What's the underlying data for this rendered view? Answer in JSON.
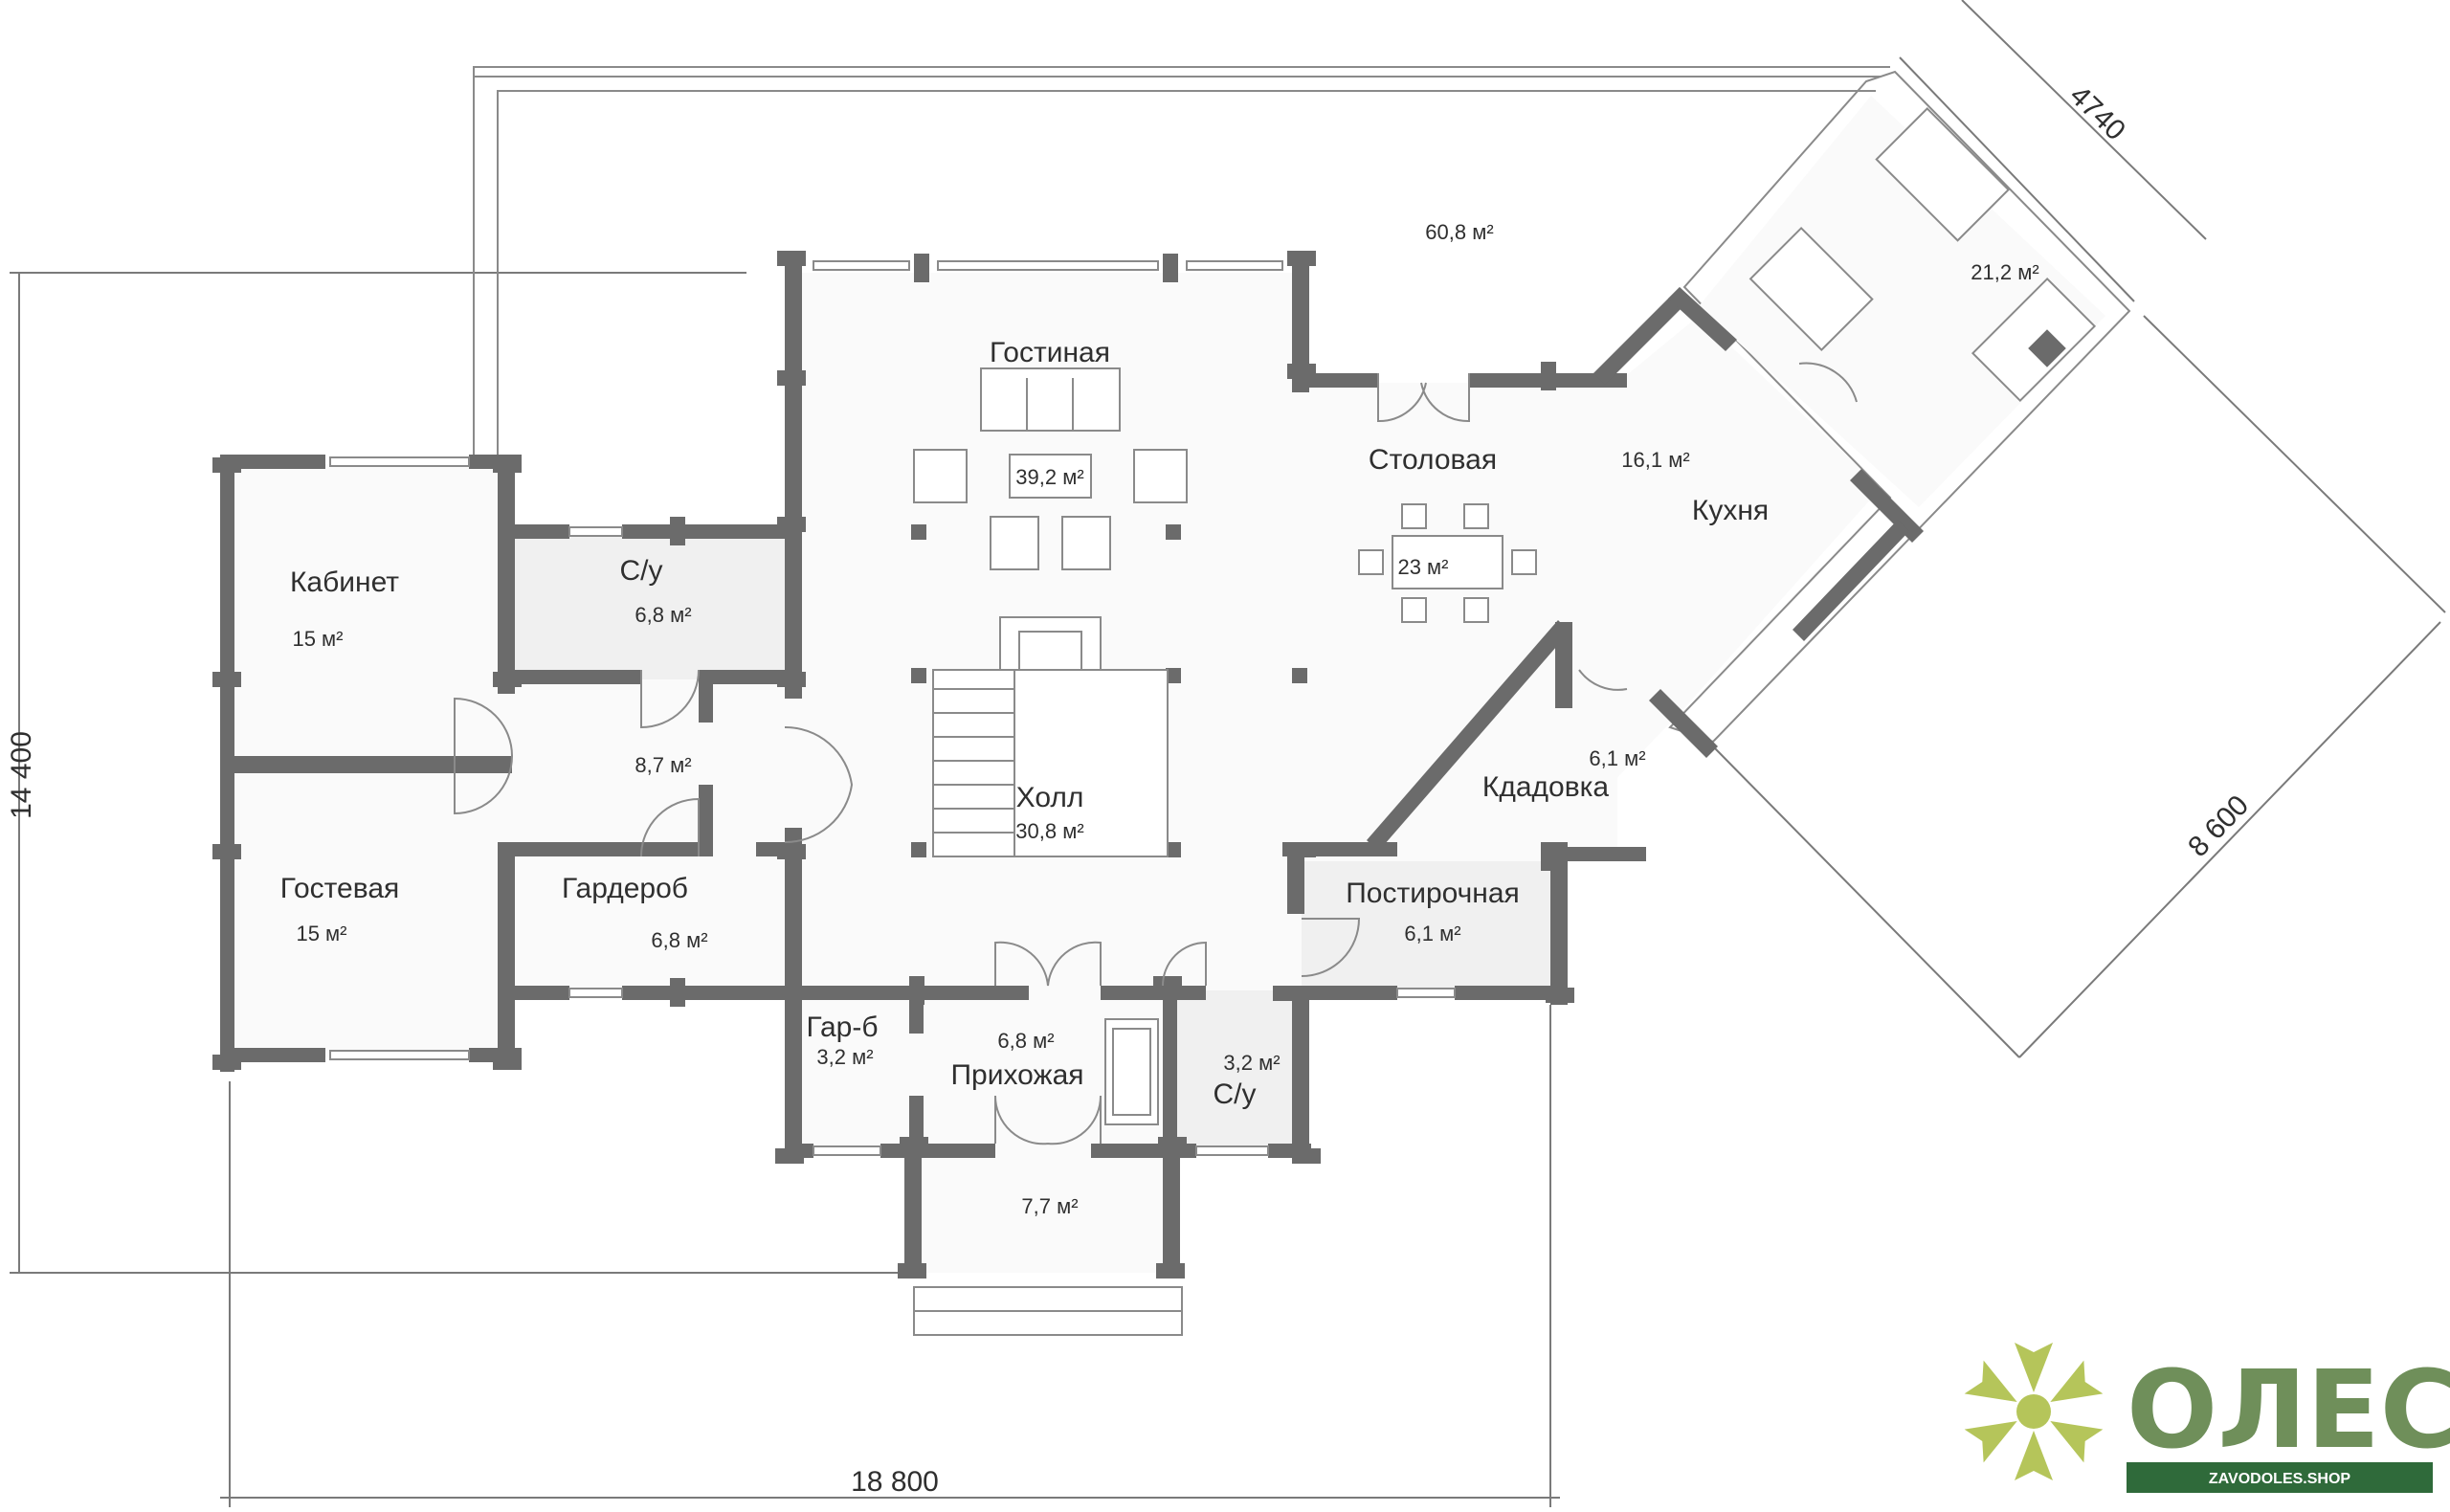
{
  "rooms": [
    {
      "key": "gostinaya",
      "name": "Гостиная",
      "area": "39,2 м²"
    },
    {
      "key": "stolovaya",
      "name": "Столовая",
      "area": "23 м²"
    },
    {
      "key": "kukhnya",
      "name": "Кухня",
      "area": "16,1 м²"
    },
    {
      "key": "kabinet",
      "name": "Кабинет",
      "area": "15 м²"
    },
    {
      "key": "su_top",
      "name": "С/у",
      "area": "6,8 м²"
    },
    {
      "key": "corridor",
      "name": "",
      "area": "8,7 м²"
    },
    {
      "key": "holl",
      "name": "Холл",
      "area": "30,8 м²"
    },
    {
      "key": "kladovka",
      "name": "Кдадовка",
      "area": "6,1 м²"
    },
    {
      "key": "gostevaya",
      "name": "Гостевая",
      "area": "15 м²"
    },
    {
      "key": "garderob",
      "name": "Гардероб",
      "area": "6,8 м²"
    },
    {
      "key": "postirochnaya",
      "name": "Постирочная",
      "area": "6,1 м²"
    },
    {
      "key": "garb",
      "name": "Гар-б",
      "area": "3,2 м²"
    },
    {
      "key": "prikhozhaya",
      "name": "Прихожая",
      "area": "6,8 м²"
    },
    {
      "key": "su_bottom",
      "name": "С/у",
      "area": "3,2 м²"
    },
    {
      "key": "porch",
      "name": "",
      "area": "7,7 м²"
    },
    {
      "key": "terrace",
      "name": "",
      "area": "60,8 м²"
    },
    {
      "key": "veranda",
      "name": "",
      "area": "21,2 м²"
    }
  ],
  "dimensions": {
    "width": "18 800",
    "height": "14 400",
    "wing_short": "4740",
    "wing_long": "8 600"
  },
  "logo": {
    "brand": "ОЛЕС",
    "url": "ZAVODOLES.SHOP",
    "icon": "leaf-flower-icon",
    "brand_color": "#6f8f5a",
    "bar_color": "#2f6a3a",
    "leaf_color": "#b5c55a"
  }
}
